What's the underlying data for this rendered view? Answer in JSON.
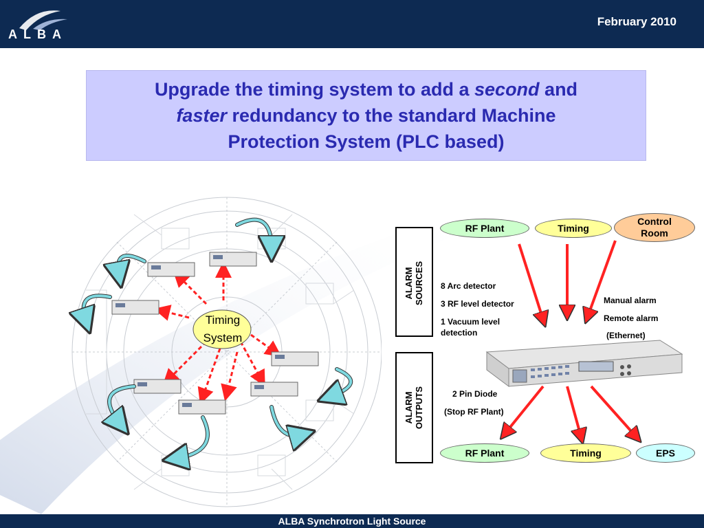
{
  "header": {
    "logo_text": "ALBA",
    "date": "February 2010"
  },
  "title": {
    "part1": "Upgrade the timing system to add a ",
    "em1": "second",
    "part2": " and",
    "em2": "faster",
    "part3": " redundancy to the standard Machine",
    "line3": "Protection System (PLC based)"
  },
  "map": {
    "center_label_1": "Timing",
    "center_label_2": "System"
  },
  "diagram": {
    "sources_label_1": "ALARM",
    "sources_label_2": "SOURCES",
    "outputs_label_1": "ALARM",
    "outputs_label_2": "OUTPUTS",
    "top_rf_plant": "RF Plant",
    "top_timing": "Timing",
    "top_control_1": "Control",
    "top_control_2": "Room",
    "note_arc": "8 Arc detector",
    "note_rf_level": "3 RF level detector",
    "note_vacuum_1": "1 Vacuum level",
    "note_vacuum_2": "detection",
    "note_manual": "Manual alarm",
    "note_remote": "Remote alarm",
    "note_ethernet": "(Ethernet)",
    "note_pin_diode": "2 Pin Diode",
    "note_stop_rf": "(Stop RF Plant)",
    "bottom_rf_plant": "RF Plant",
    "bottom_timing": "Timing",
    "bottom_eps": "EPS",
    "colors": {
      "green_pill": "#ccffcc",
      "yellow_pill": "#ffff99",
      "orange_pill": "#ffcc99",
      "blue_pill": "#ccffff",
      "red_arrow": "#ff3333"
    }
  },
  "footer": {
    "text": "ALBA Synchrotron Light Source"
  }
}
